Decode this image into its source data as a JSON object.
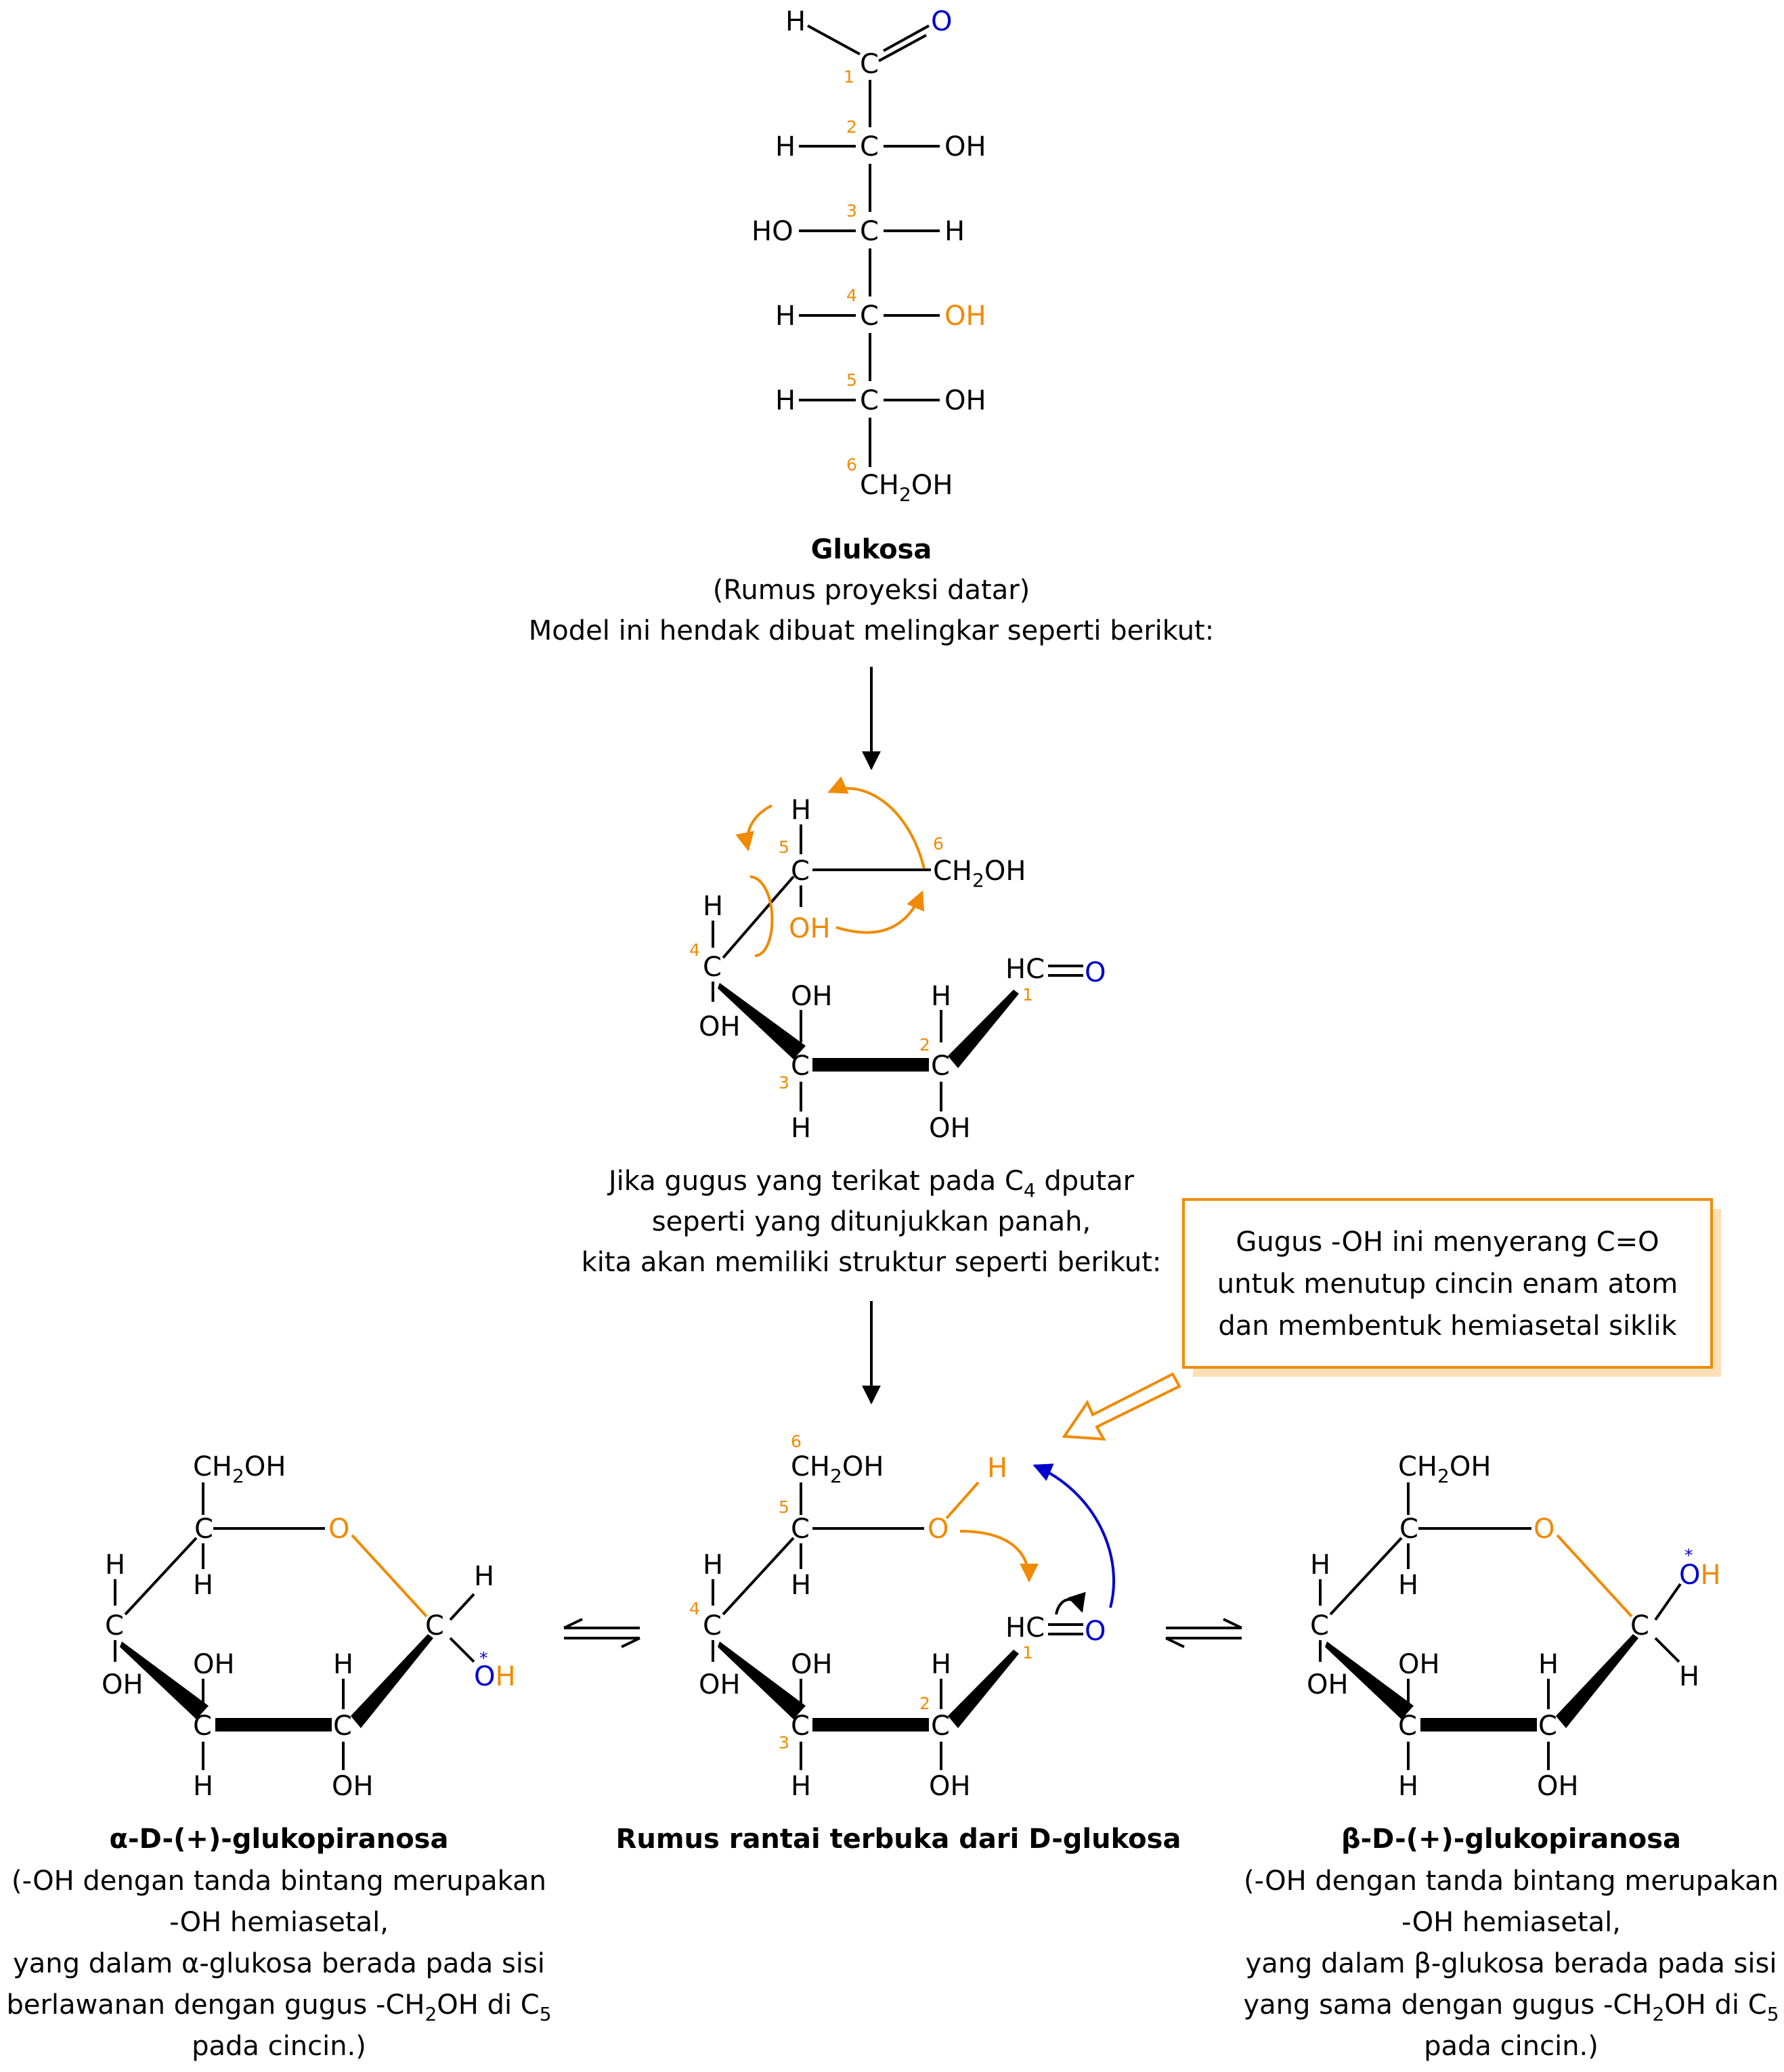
{
  "colors": {
    "orange": "#f08a00",
    "blue": "#0000cc",
    "black": "#000000"
  },
  "atoms": {
    "H": "H",
    "C": "C",
    "O": "O",
    "OH": "OH",
    "HO": "HO",
    "CH2": "CH",
    "sub2": "2",
    "sub4": "4",
    "sub5": "5",
    "HC": "HC",
    "star": "*"
  },
  "numbers": {
    "n1": "1",
    "n2": "2",
    "n3": "3",
    "n4": "4",
    "n5": "5",
    "n6": "6"
  },
  "fischer": {
    "title": "Glukosa",
    "subtitle": "(Rumus proyeksi datar)",
    "caption": "Model ini hendak dibuat melingkar seperti berikut:"
  },
  "mid_caption": {
    "line1_a": "Jika gugus yang terikat pada C",
    "line1_b": " dputar",
    "line2": "seperti yang ditunjukkan panah,",
    "line3": "kita akan memiliki struktur seperti berikut:"
  },
  "callout": {
    "line1": "Gugus -OH ini menyerang C=O",
    "line2": "untuk menutup cincin enam atom",
    "line3": "dan membentuk hemiasetal siklik"
  },
  "alpha": {
    "name": "α-D-(+)-glukopiranosa",
    "d1": "(-OH dengan tanda bintang merupakan",
    "d2": "-OH hemiasetal,",
    "d3": "yang dalam α-glukosa berada pada sisi",
    "d4a": "berlawanan dengan gugus -CH",
    "d4b": "OH di C",
    "d5": "pada cincin.)"
  },
  "open": {
    "name": "Rumus rantai terbuka dari D-glukosa"
  },
  "beta": {
    "name": "β-D-(+)-glukopiranosa",
    "d1": "(-OH dengan tanda bintang merupakan",
    "d2": "-OH hemiasetal,",
    "d3": "yang dalam β-glukosa berada pada sisi",
    "d4a": "yang sama dengan gugus -CH",
    "d4b": "OH di C",
    "d5": "pada cincin.)"
  }
}
